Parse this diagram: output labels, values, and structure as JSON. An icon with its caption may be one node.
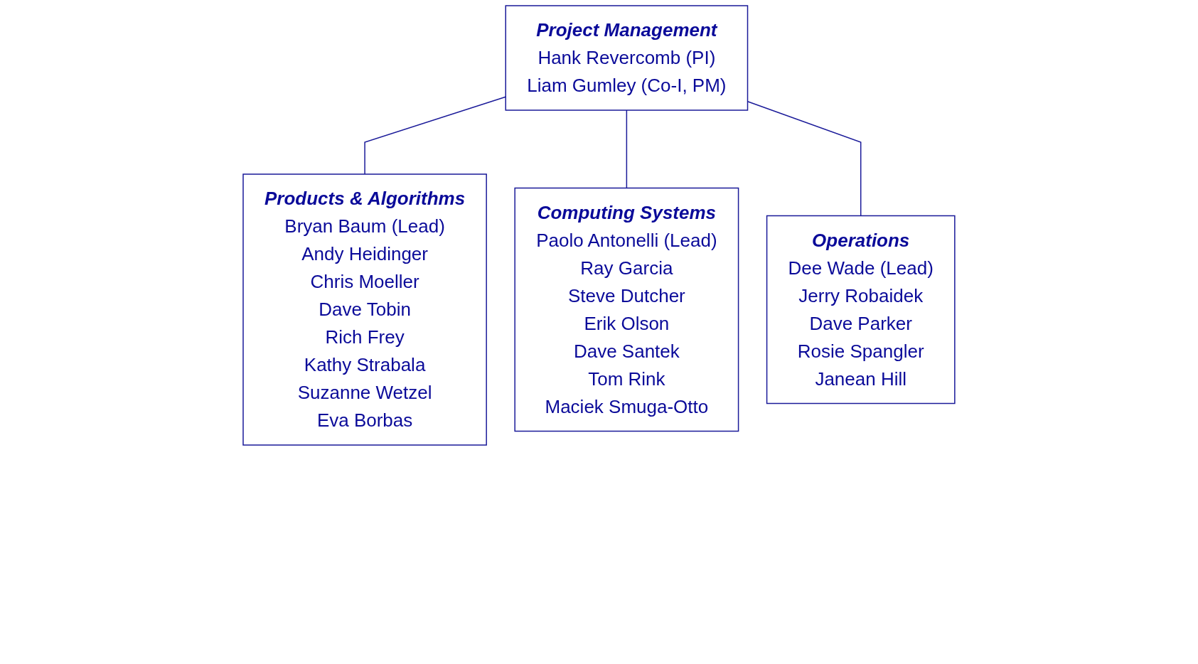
{
  "diagram": {
    "nodes": [
      {
        "text": [
          "Project Management",
          "Hank Revercomb (PI)",
          "Liam Gumley (Co-I, PM)"
        ]
      },
      {
        "text": [
          "Products & Algorithms",
          "Bryan Baum (Lead)",
          "Andy Heidinger",
          "Chris Moeller",
          "Dave Tobin",
          "Rich Frey",
          "Kathy Strabala",
          "Suzanne Wetzel",
          "Eva Borbas"
        ]
      },
      {
        "text": [
          "Computing Systems",
          "Paolo Antonelli (Lead)",
          "Ray Garcia",
          "Steve Dutcher",
          "Erik Olson",
          "Dave Santek",
          "Tom Rink",
          "Maciek Smuga-Otto"
        ]
      },
      {
        "text": [
          "Operations",
          "Dee Wade (Lead)",
          "Jerry Robaidek",
          "Dave Parker",
          "Rosie Spangler",
          "Janean Hill"
        ]
      }
    ],
    "edges": [
      {
        "from": 0,
        "to": 1,
        "arrow": "none"
      },
      {
        "from": 0,
        "to": 2,
        "arrow": "none"
      },
      {
        "from": 0,
        "to": 3,
        "arrow": "none"
      }
    ]
  }
}
